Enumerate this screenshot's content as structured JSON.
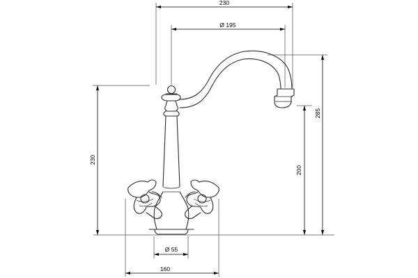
{
  "dimensions": {
    "top_width": "230",
    "spout_diameter": "Ø 195",
    "left_height": "230",
    "spout_height": "200",
    "total_height": "285",
    "base_diameter": "Ø 55",
    "handle_span": "160"
  }
}
